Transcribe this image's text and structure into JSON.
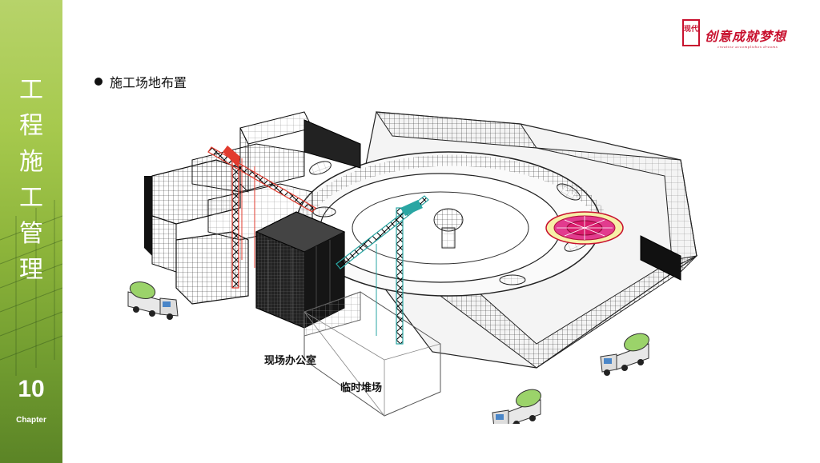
{
  "sidebar": {
    "title_chars": [
      "工",
      "程",
      "施",
      "工",
      "管",
      "理"
    ],
    "chapter_number": "10",
    "chapter_label": "Chapter"
  },
  "logo": {
    "seal_text": "现代",
    "brand_text": "创意成就梦想",
    "subtext": "creative accomplishes dreams"
  },
  "content": {
    "bullet_heading": "施工场地布置",
    "labels": {
      "site_office": "现场办公室",
      "temp_storage": "临时堆场"
    }
  },
  "colors": {
    "sidebar_green": "#8bb33a",
    "crane_red": "#e23b2e",
    "crane_teal": "#2aa6a3",
    "logo_red": "#c8102e"
  }
}
